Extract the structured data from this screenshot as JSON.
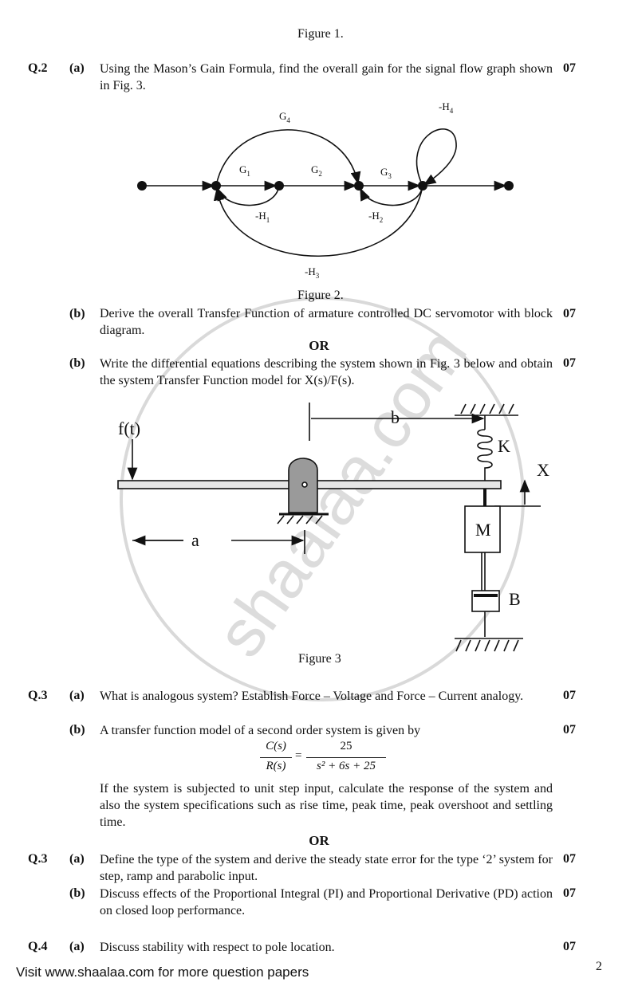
{
  "fig1_caption": "Figure 1.",
  "q2": {
    "qno": "Q.2",
    "a": {
      "label": "(a)",
      "text": "Using the Mason’s Gain Formula, find the overall gain for the signal flow graph shown in Fig. 3.",
      "marks": "07"
    },
    "sfg": {
      "G4": "G",
      "G4s": "4",
      "G1": "G",
      "G1s": "1",
      "G2": "G",
      "G2s": "2",
      "G3": "G",
      "G3s": "3",
      "H4": "-H",
      "H4s": "4",
      "H1": "-H",
      "H1s": "1",
      "H2": "-H",
      "H2s": "2",
      "H3": "-H",
      "H3s": "3"
    },
    "fig2_caption": "Figure 2.",
    "b1": {
      "label": "(b)",
      "text": "Derive the overall Transfer Function of armature controlled DC servomotor with block diagram.",
      "marks": "07"
    },
    "or": "OR",
    "b2": {
      "label": "(b)",
      "text": "Write the differential equations describing the system shown in Fig. 3 below and obtain the system Transfer Function model for X(s)/F(s).",
      "marks": "07"
    },
    "mech": {
      "ft": "f(t)",
      "b": "b",
      "K": "K",
      "X": "X",
      "M": "M",
      "a": "a",
      "B": "B"
    },
    "fig3_caption": "Figure 3"
  },
  "q3": {
    "qno": "Q.3",
    "a": {
      "label": "(a)",
      "text": "What is analogous system? Establish Force – Voltage and Force – Current analogy.",
      "marks": "07"
    },
    "b": {
      "label": "(b)",
      "text": "A transfer function model of a second order system is given by",
      "marks": "07",
      "eq_num": "C(s)",
      "eq_den": "R(s)",
      "eq_rnum": "25",
      "eq_rden": "s² + 6s + 25",
      "text2": "If the system is subjected to unit step input, calculate the response of the system and also the system specifications such as rise time, peak time, peak overshoot and settling time."
    },
    "or": "OR"
  },
  "q3alt": {
    "qno": "Q.3",
    "a": {
      "label": "(a)",
      "text": "Define the type of the system and derive the steady state error for the type ‘2’ system for step, ramp and parabolic input.",
      "marks": "07"
    },
    "b": {
      "label": "(b)",
      "text": "Discuss effects of the Proportional Integral (PI) and Proportional Derivative (PD) action on closed loop performance.",
      "marks": "07"
    }
  },
  "q4": {
    "qno": "Q.4",
    "a": {
      "label": "(a)",
      "text": "Discuss stability with respect to pole location.",
      "marks": "07"
    }
  },
  "footer": "Visit www.shaalaa.com for more question papers",
  "page_number": "2",
  "watermark": "shaalaa.com"
}
